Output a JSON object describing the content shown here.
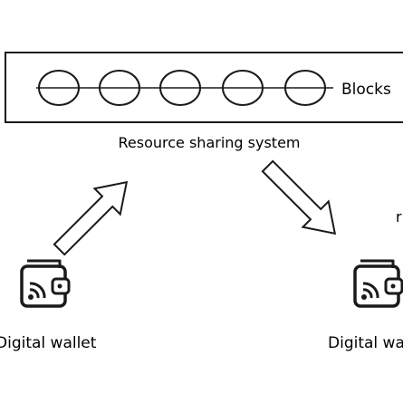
{
  "blockchain": {
    "blocks_label": "Blocks",
    "block_count": 5
  },
  "system": {
    "label": "Resource sharing system"
  },
  "wallets": {
    "left_label": "Digital wallet",
    "right_label": "Digital wa",
    "right_partial_text": "r"
  },
  "icons": {
    "wallet": "wallet-contactless-icon",
    "arrow_up": "hollow-arrow-up-right-icon",
    "arrow_down": "hollow-arrow-down-right-icon"
  },
  "colors": {
    "stroke": "#1a1a1a",
    "background": "#ffffff"
  }
}
